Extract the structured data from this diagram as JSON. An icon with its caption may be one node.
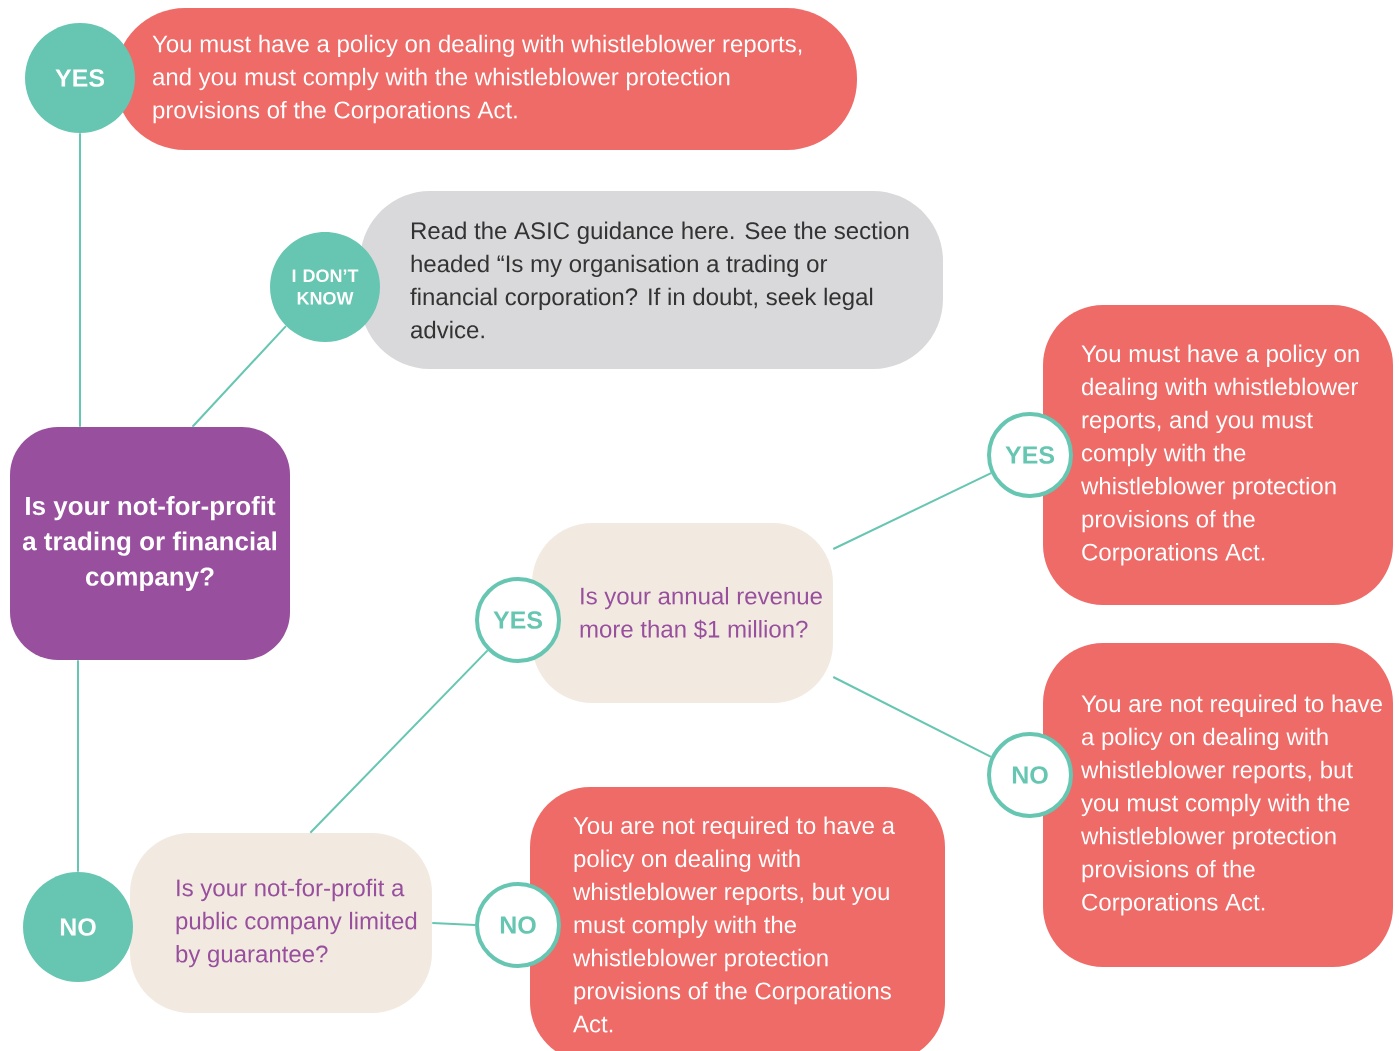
{
  "diagram": {
    "nodes": [
      {
        "text": [
          "YES"
        ]
      },
      {
        "text": [
          "You must have a policy on dealing with whistleblower reports, and you must comply with the whistleblower protection provisions of the Corporations Act."
        ]
      },
      {
        "text": [
          "I DON’T KNOW"
        ]
      },
      {
        "text": [
          "Read the ASIC guidance here. See the section headed “Is my organisation a trading or financial corporation? If in doubt, seek legal advice."
        ]
      },
      {
        "text": [
          "Is your not-for-profit a trading or financial company?"
        ]
      },
      {
        "text": [
          "YES"
        ]
      },
      {
        "text": [
          "You must have a policy on dealing with whistleblower reports, and you must comply with the whistleblower protection provisions of the Corporations Act."
        ]
      },
      {
        "text": [
          "YES"
        ]
      },
      {
        "text": [
          "Is your annual revenue more than $1 million?"
        ]
      },
      {
        "text": [
          "NO"
        ]
      },
      {
        "text": [
          "You are not required to have a policy on dealing with whistleblower reports, but you must comply with the whistleblower protection provisions of the Corporations Act."
        ]
      },
      {
        "text": [
          "NO"
        ]
      },
      {
        "text": [
          "Is your not-for-profit a public company limited by guarantee?"
        ]
      },
      {
        "text": [
          "NO"
        ]
      },
      {
        "text": [
          "You are not required to have a policy on dealing with whistleblower reports, but you must comply with the whistleblower protection provisions of the Corporations Act."
        ]
      }
    ],
    "edges": [
      {
        "from": 4,
        "to": 0,
        "arrow": "none"
      },
      {
        "from": 4,
        "to": 2,
        "arrow": "none"
      },
      {
        "from": 4,
        "to": 11,
        "arrow": "none"
      },
      {
        "from": 12,
        "to": 7,
        "arrow": "none"
      },
      {
        "from": 8,
        "to": 5,
        "arrow": "none"
      },
      {
        "from": 8,
        "to": 9,
        "arrow": "none"
      },
      {
        "from": 12,
        "to": 13,
        "arrow": "none"
      }
    ]
  }
}
